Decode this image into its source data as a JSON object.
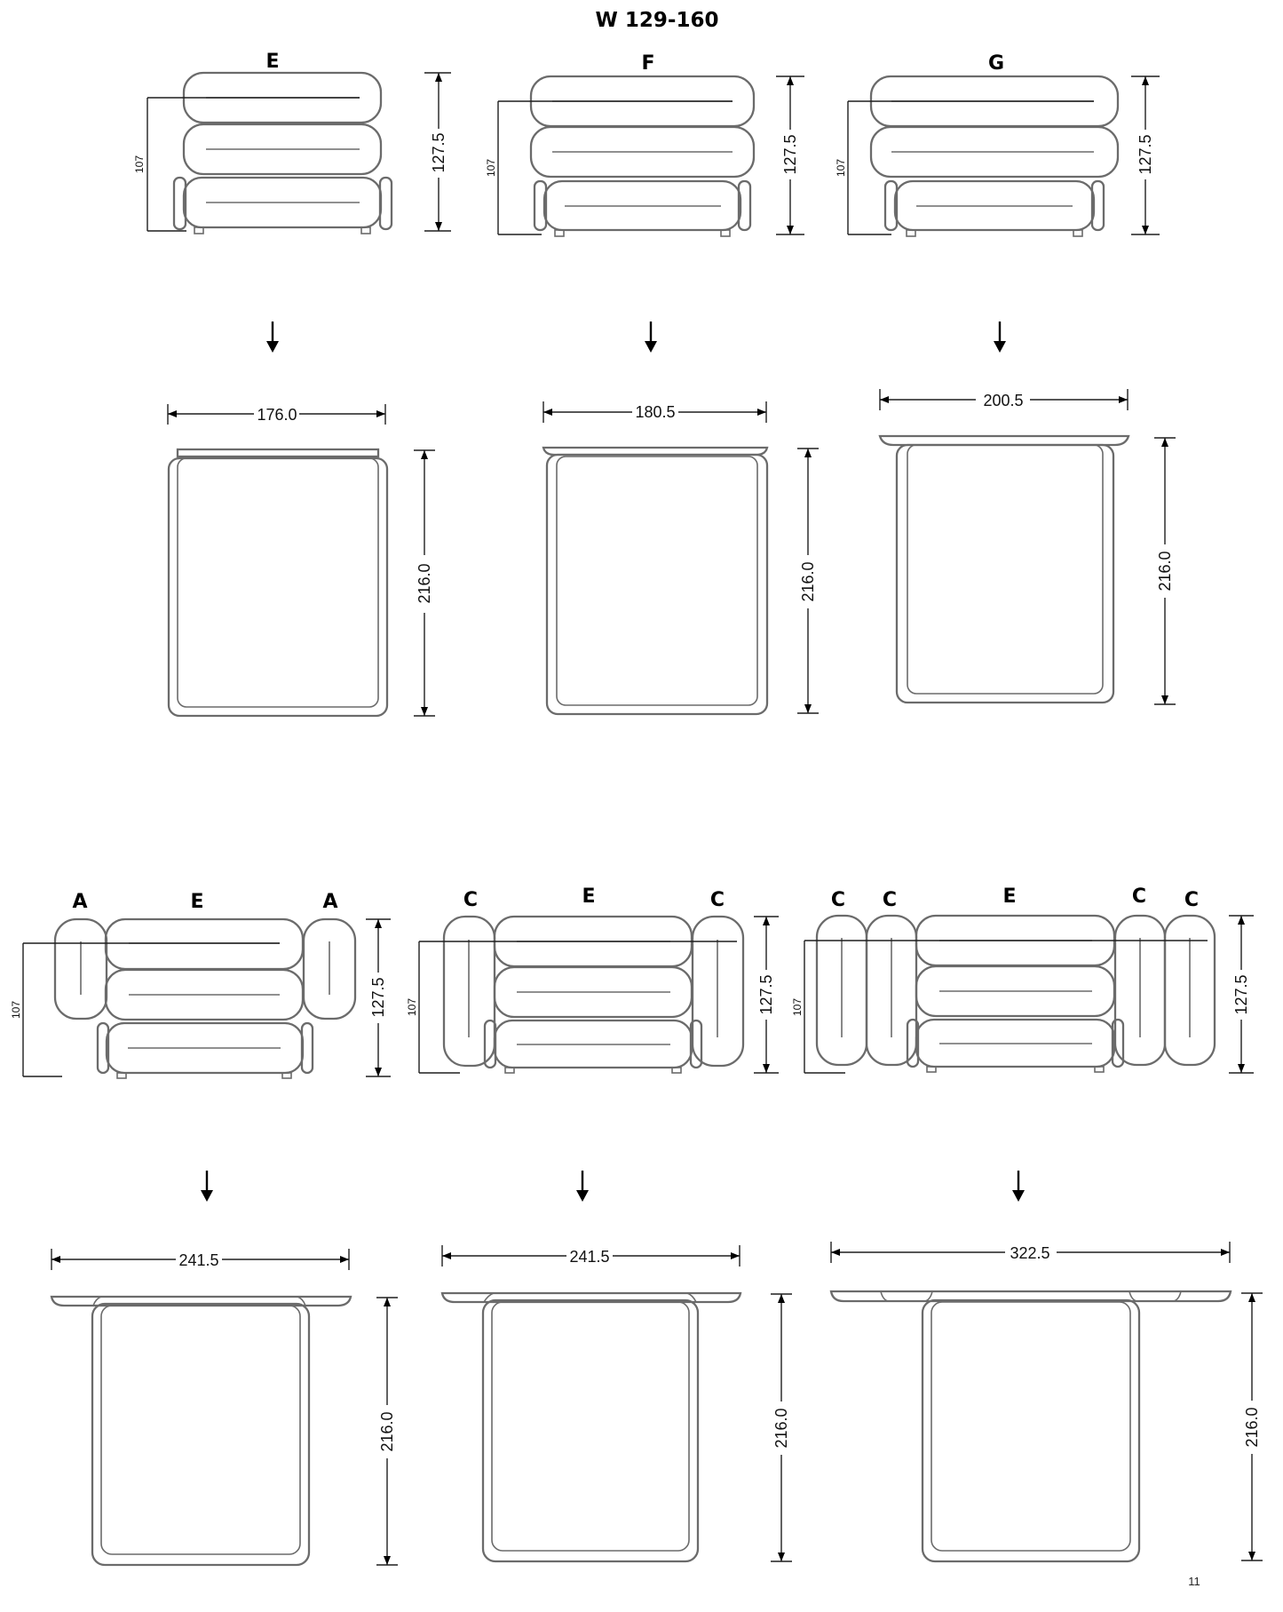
{
  "title": "W 129-160",
  "page_number": "11",
  "modules": {
    "e": "E",
    "f": "F",
    "g": "G",
    "ae_a1": "A",
    "ae_e": "E",
    "ae_a2": "A",
    "ce_c1": "C",
    "ce_e": "E",
    "ce_c2": "C",
    "ccecc_c1": "C",
    "ccecc_c2": "C",
    "ccecc_e": "E",
    "ccecc_c3": "C",
    "ccecc_c4": "C"
  },
  "dims": {
    "seat_height": "107",
    "total_height": "127.5",
    "depth": "216.0",
    "w_e": "176.0",
    "w_f": "180.5",
    "w_g": "200.5",
    "w_ae": "241.5",
    "w_ce": "241.5",
    "w_ccecc": "322.5"
  }
}
